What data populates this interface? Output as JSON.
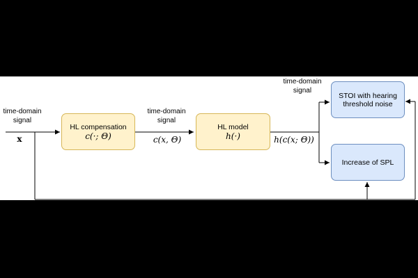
{
  "input": {
    "label_line1": "time-domain",
    "label_line2": "signal",
    "symbol": "x"
  },
  "hl_compensation": {
    "title": "HL compensation",
    "formula": "c(·; Θ)"
  },
  "middle_signal": {
    "label_line1": "time-domain",
    "label_line2": "signal",
    "formula": "c(x, Θ)"
  },
  "hl_model": {
    "title": "HL model",
    "formula": "h(·)"
  },
  "model_output": {
    "formula": "h(c(x; Θ))"
  },
  "top_signal": {
    "label_line1": "time-domain",
    "label_line2": "signal"
  },
  "stoi_box": {
    "line1": "STOI with hearing",
    "line2": "threshold noise"
  },
  "spl_box": {
    "label": "Increase of SPL"
  },
  "colors": {
    "yellow_fill": "#fff2cc",
    "yellow_border": "#d6b656",
    "blue_fill": "#dae8fc",
    "blue_border": "#6c8ebf"
  }
}
